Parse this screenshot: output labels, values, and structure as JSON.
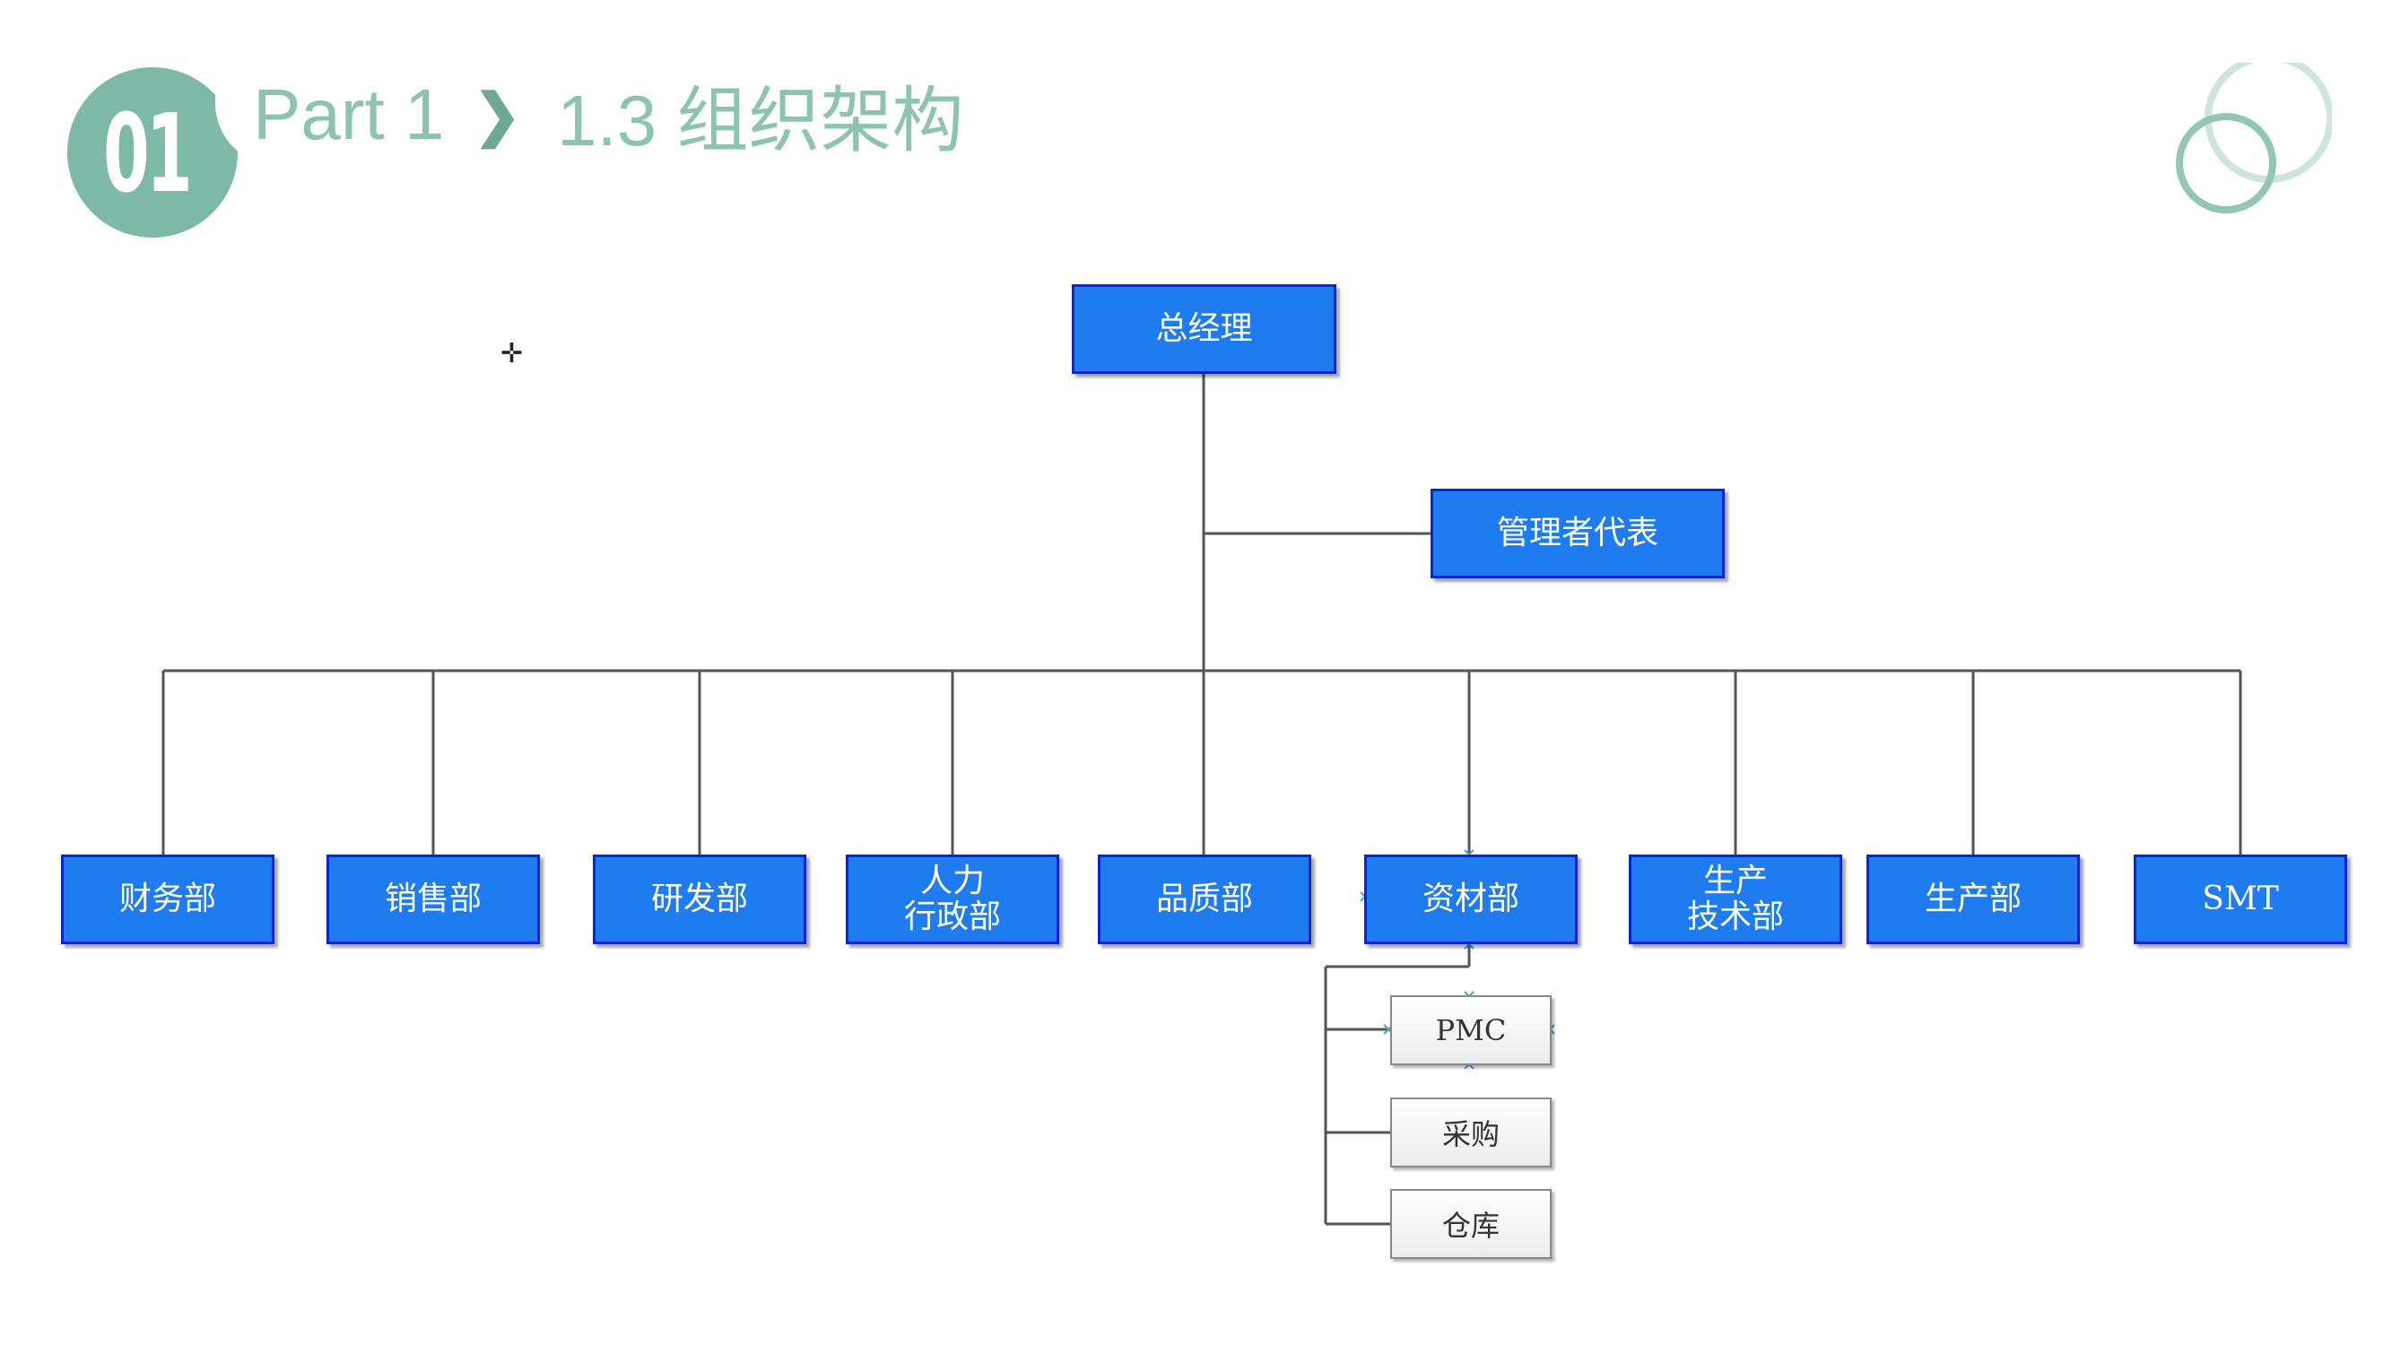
{
  "header": {
    "badge_number": "01",
    "part": "Part 1",
    "chevron": "❯",
    "title": "1.3 组织架构"
  },
  "org": {
    "top": "总经理",
    "rep": "管理者代表",
    "departments": [
      "财务部",
      "销售部",
      "研发部",
      "人力\n行政部",
      "品质部",
      "资材部",
      "生产\n技术部",
      "生产部",
      "SMT"
    ],
    "sub_units": [
      "PMC",
      "采购",
      "仓库"
    ]
  },
  "colors": {
    "accent": "#7eb8a6",
    "box_fill": "#1e7cf0",
    "box_border": "#0a24d8"
  }
}
